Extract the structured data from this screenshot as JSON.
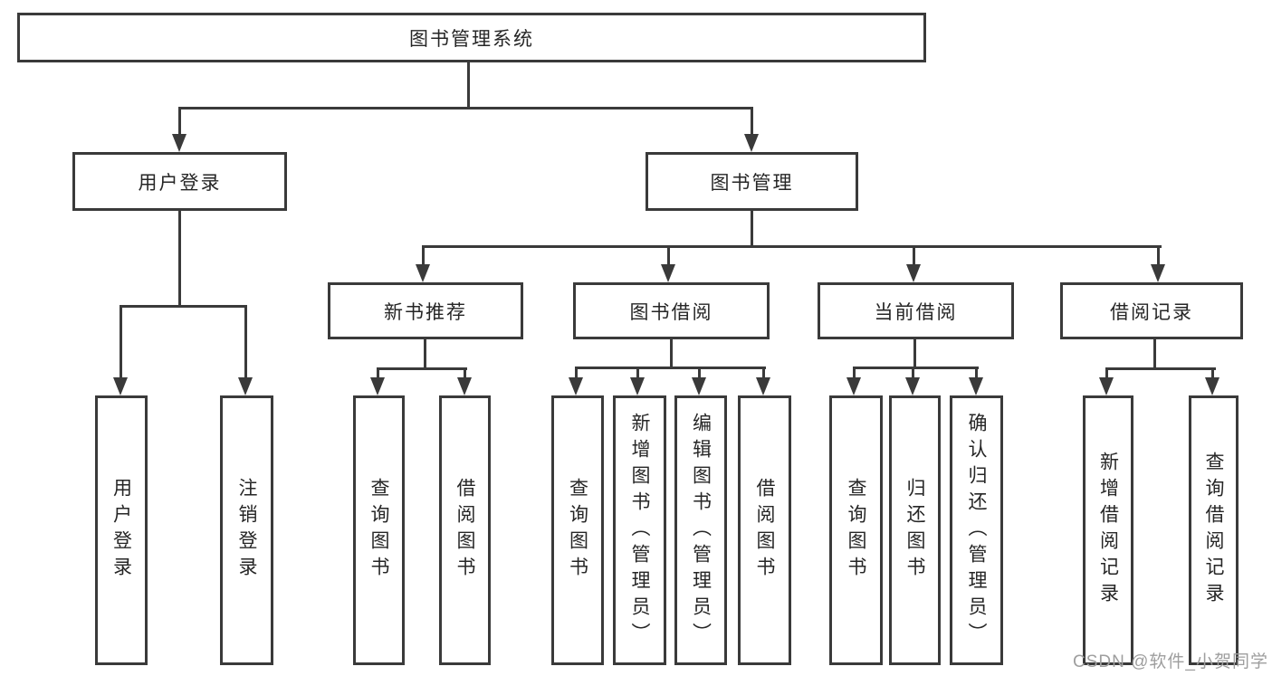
{
  "tree": {
    "root": "图书管理系统",
    "branches": [
      {
        "label": "用户登录",
        "children": [
          "用户登录",
          "注销登录"
        ]
      },
      {
        "label": "图书管理",
        "sections": [
          {
            "label": "新书推荐",
            "children": [
              "查询图书",
              "借阅图书"
            ]
          },
          {
            "label": "图书借阅",
            "children": [
              "查询图书",
              "新增图书（管理员）",
              "编辑图书（管理员）",
              "借阅图书"
            ]
          },
          {
            "label": "当前借阅",
            "children": [
              "查询图书",
              "归还图书",
              "确认归还（管理员）"
            ]
          },
          {
            "label": "借阅记录",
            "children": [
              "新增借阅记录",
              "查询借阅记录"
            ]
          }
        ]
      }
    ]
  },
  "watermark": {
    "text": "CSDN @软件_小贺同学"
  },
  "colors": {
    "line": "#3a3a3a",
    "text": "#262626",
    "watermark": "#9e9e9e",
    "background": "#ffffff"
  }
}
